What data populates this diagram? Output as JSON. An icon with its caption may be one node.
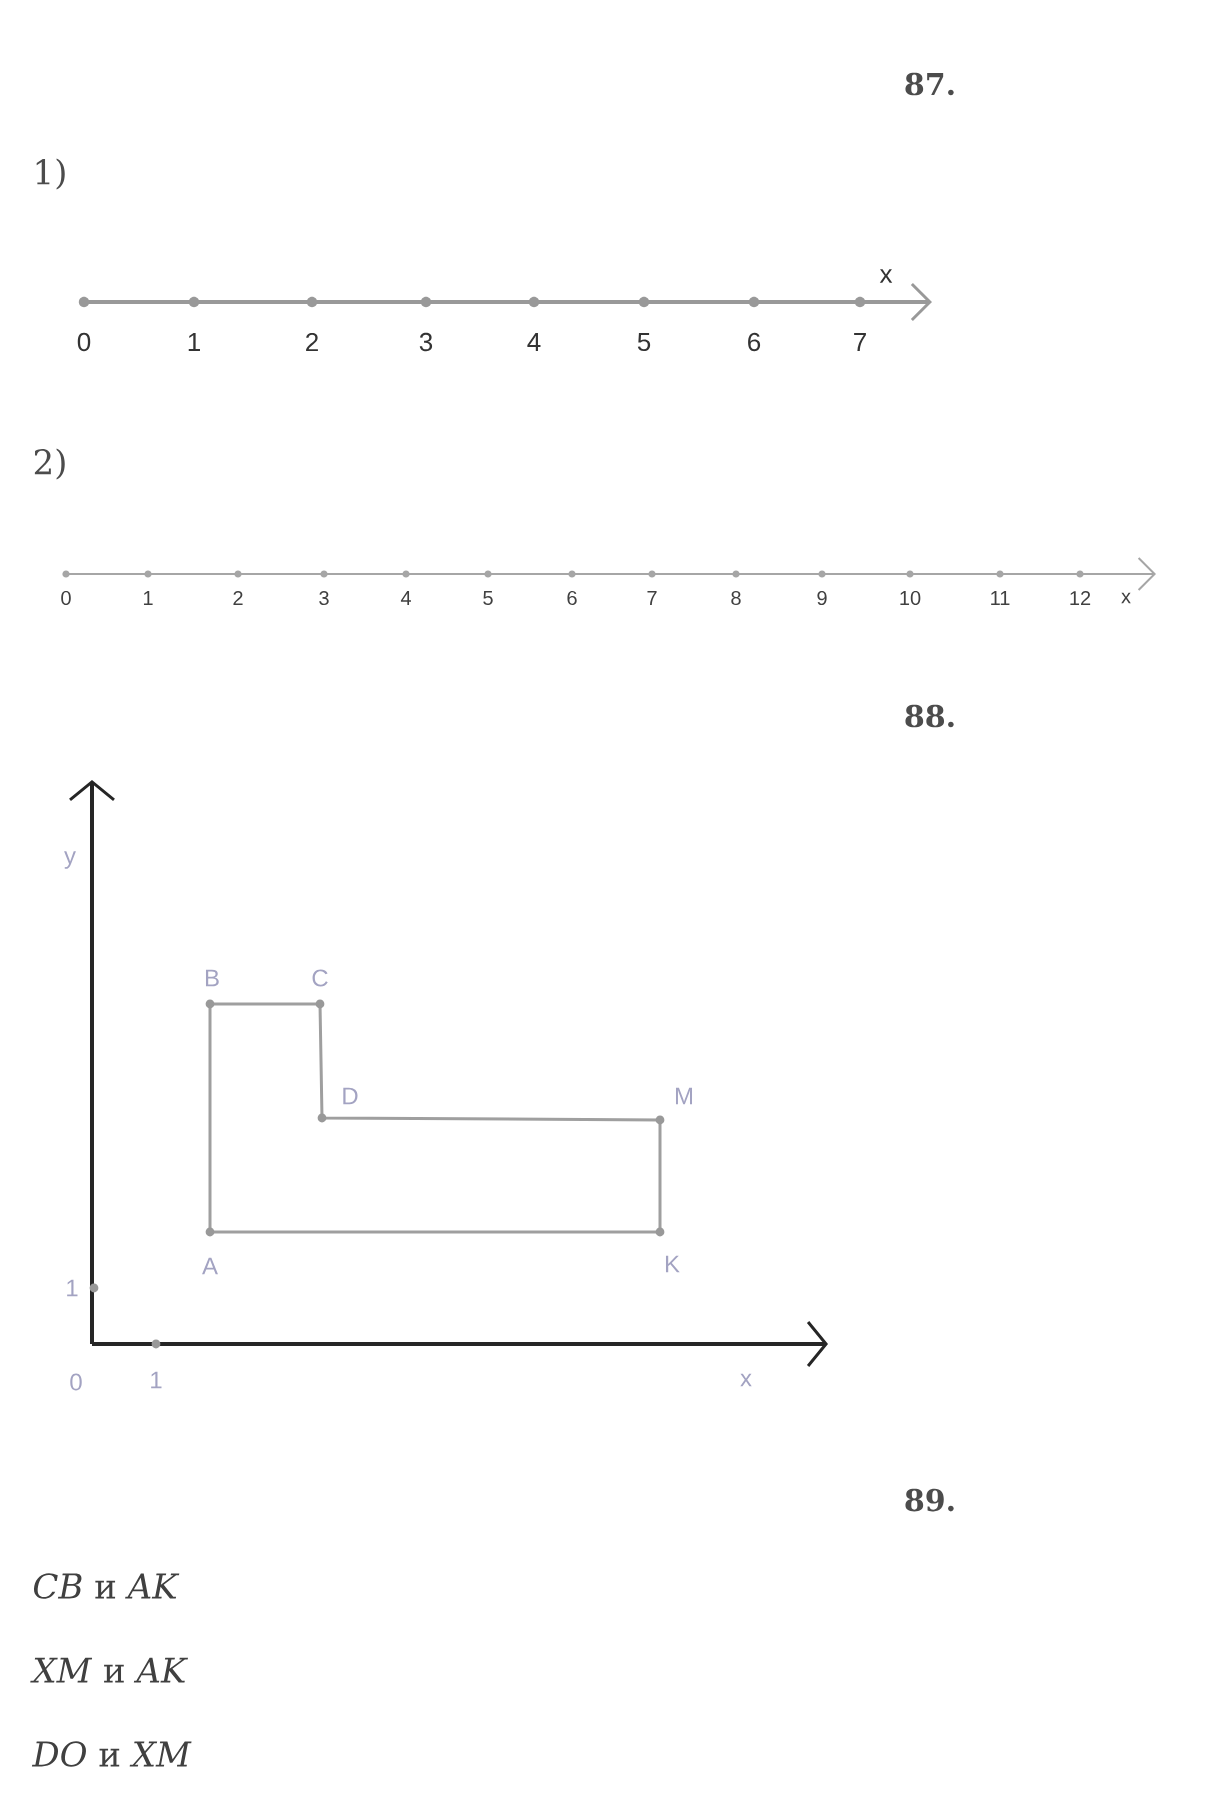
{
  "diagram": {
    "labels": [
      "87.",
      "1)",
      "x",
      "0",
      "1",
      "2",
      "3",
      "4",
      "5",
      "6",
      "7",
      "2)",
      "0",
      "1",
      "2",
      "3",
      "4",
      "5",
      "6",
      "7",
      "8",
      "9",
      "10",
      "11",
      "12",
      "x",
      "88.",
      "y",
      "B",
      "C",
      "D",
      "M",
      "A",
      "K",
      "1",
      "0",
      "1",
      "x",
      "89.",
      "*CB* и *AK*",
      "*XM* и *AK*",
      "*DO* и  *XM*"
    ]
  }
}
